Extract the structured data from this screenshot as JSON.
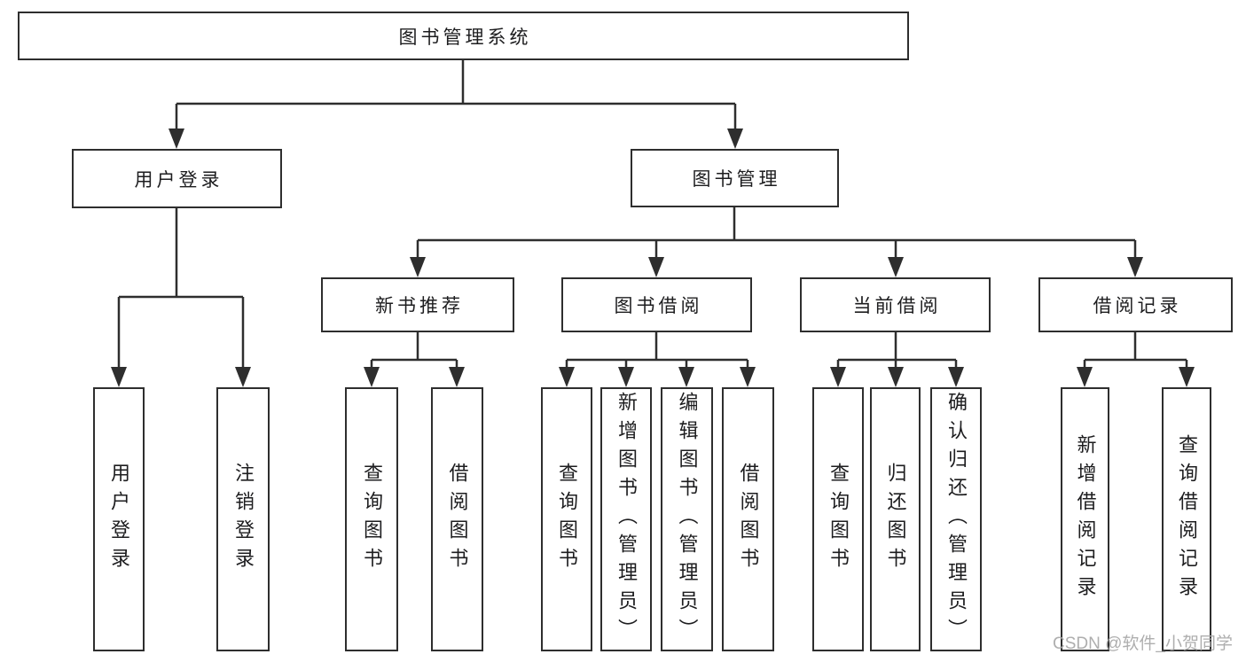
{
  "diagram": {
    "root": {
      "label": "图书管理系统"
    },
    "login": {
      "label": "用户登录",
      "children": [
        {
          "label": "用户登录"
        },
        {
          "label": "注销登录"
        }
      ]
    },
    "management": {
      "label": "图书管理",
      "sections": [
        {
          "label": "新书推荐",
          "children": [
            {
              "label": "查询图书"
            },
            {
              "label": "借阅图书"
            }
          ]
        },
        {
          "label": "图书借阅",
          "children": [
            {
              "label": "查询图书"
            },
            {
              "label": "新增图书（管理员）"
            },
            {
              "label": "编辑图书（管理员）"
            },
            {
              "label": "借阅图书"
            }
          ]
        },
        {
          "label": "当前借阅",
          "children": [
            {
              "label": "查询图书"
            },
            {
              "label": "归还图书"
            },
            {
              "label": "确认归还（管理员）"
            }
          ]
        },
        {
          "label": "借阅记录",
          "children": [
            {
              "label": "新增借阅记录"
            },
            {
              "label": "查询借阅记录"
            }
          ]
        }
      ]
    }
  },
  "watermark": {
    "text": "CSDN @软件_小贺同学"
  },
  "colors": {
    "line": "#2e2e2e",
    "box_border": "#2e2e2e",
    "text": "#1d1d1f",
    "background": "#ffffff",
    "watermark": "#a8a8a8"
  }
}
